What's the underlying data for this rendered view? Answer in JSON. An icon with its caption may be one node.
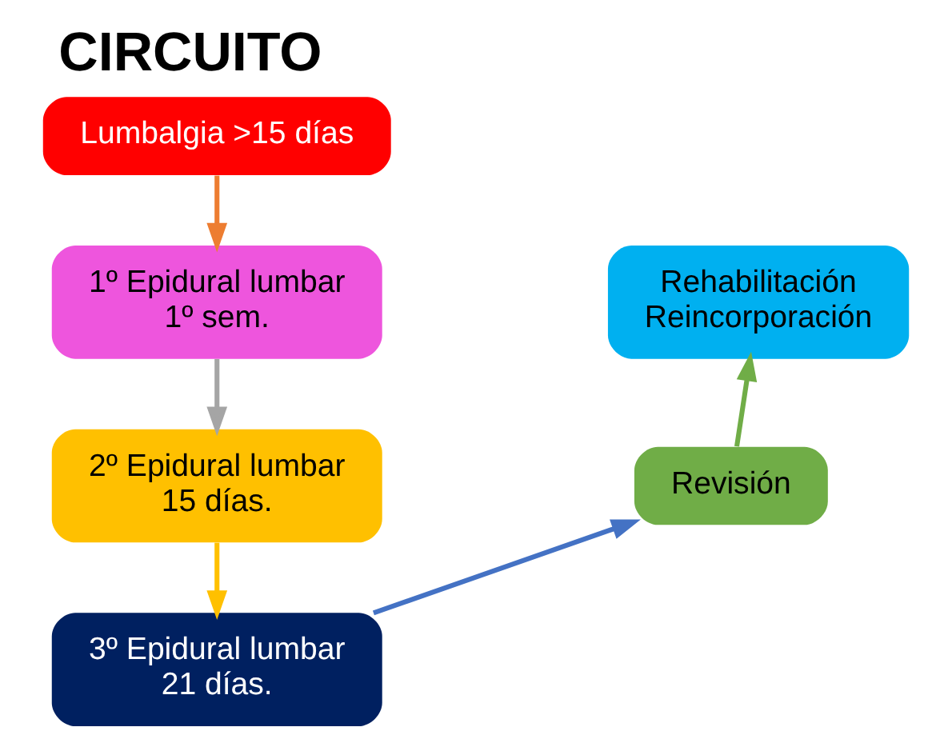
{
  "diagram": {
    "title": "CIRCUITO",
    "nodes": [
      {
        "text": [
          "Lumbalgia >15 días"
        ]
      },
      {
        "text": [
          "1º Epidural lumbar",
          "1º sem."
        ]
      },
      {
        "text": [
          "2º Epidural lumbar",
          "15 días."
        ]
      },
      {
        "text": [
          "3º Epidural lumbar",
          "21 días."
        ]
      },
      {
        "text": [
          "Revisión"
        ]
      },
      {
        "text": [
          "Rehabilitación",
          "Reincorporación"
        ]
      }
    ],
    "edges": [
      {
        "from": 0,
        "to": 1,
        "arrow": "to",
        "color": "#ed7d31"
      },
      {
        "from": 1,
        "to": 2,
        "arrow": "to",
        "color": "#a5a5a5"
      },
      {
        "from": 2,
        "to": 3,
        "arrow": "to",
        "color": "#ffc000"
      },
      {
        "from": 3,
        "to": 4,
        "arrow": "to",
        "color": "#4472c4"
      },
      {
        "from": 4,
        "to": 5,
        "arrow": "to",
        "color": "#70ad47"
      }
    ]
  }
}
